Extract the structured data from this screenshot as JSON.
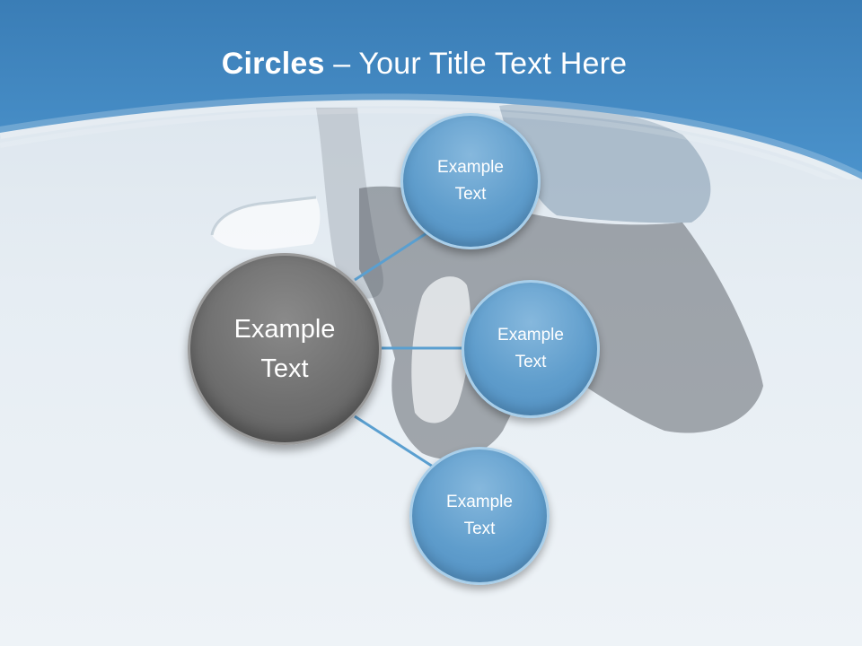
{
  "title": {
    "bold": "Circles",
    "rest": " – Your Title Text Here"
  },
  "diagram": {
    "center": {
      "line1": "Example",
      "line2": "Text"
    },
    "nodes": [
      {
        "line1": "Example",
        "line2": "Text"
      },
      {
        "line1": "Example",
        "line2": "Text"
      },
      {
        "line1": "Example",
        "line2": "Text"
      }
    ]
  },
  "colors": {
    "header": "#3f88c1",
    "center_circle": "#6f6f6f",
    "node_circle": "#5f9dcc",
    "connector": "#5a9fd0"
  }
}
